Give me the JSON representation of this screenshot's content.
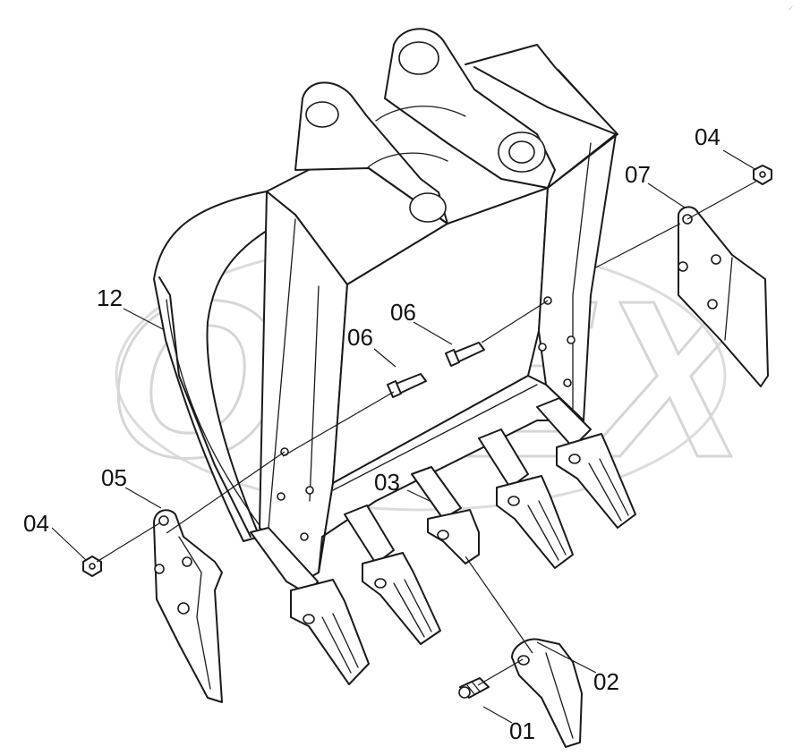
{
  "watermark": {
    "text": "OPEX"
  },
  "corner_mark": "✓",
  "callouts": {
    "c01": "01",
    "c02": "02",
    "c03": "03",
    "c04_left": "04",
    "c04_right": "04",
    "c05": "05",
    "c06_upper": "06",
    "c06_lower": "06",
    "c07": "07",
    "c12": "12"
  }
}
